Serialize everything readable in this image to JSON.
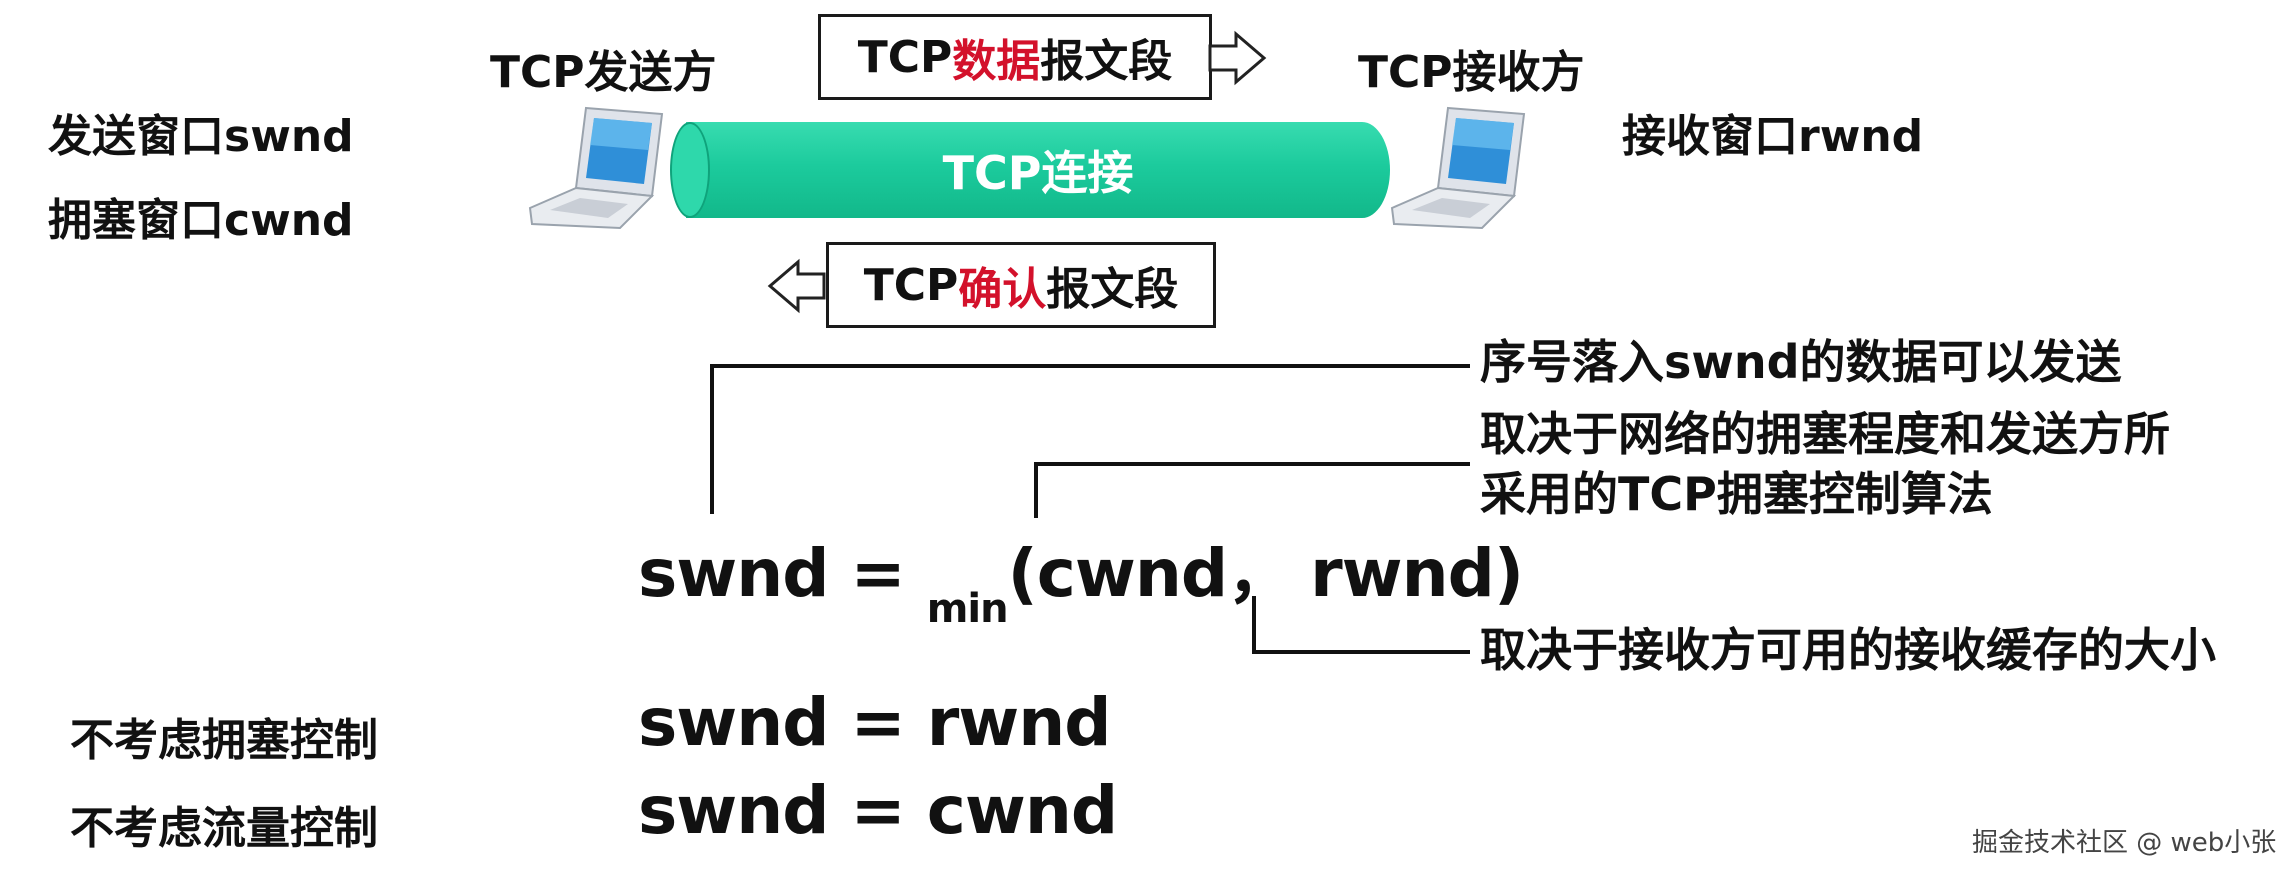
{
  "sender": {
    "title": "TCP发送方"
  },
  "receiver": {
    "title": "TCP接收方"
  },
  "left_labels": {
    "swnd": "发送窗口swnd",
    "cwnd": "拥塞窗口cwnd"
  },
  "right_label": {
    "rwnd": "接收窗口rwnd"
  },
  "data_segment": {
    "prefix": "TCP",
    "highlight": "数据",
    "suffix": "报文段"
  },
  "ack_segment": {
    "prefix": "TCP",
    "highlight": "确认",
    "suffix": "报文段"
  },
  "connection": {
    "label": "TCP连接"
  },
  "formula": {
    "lhs": "swnd = ",
    "func": "min",
    "args_open": "(cwnd",
    "sep": "，",
    "args_close": "rwnd)"
  },
  "annotations": {
    "swnd_note": "序号落入swnd的数据可以发送",
    "cwnd_note_line1": "取决于网络的拥塞程度和发送方所",
    "cwnd_note_line2": "采用的TCP拥塞控制算法",
    "rwnd_note": "取决于接收方可用的接收缓存的大小"
  },
  "cases": [
    {
      "label": "不考虑拥塞控制",
      "equation": "swnd = rwnd"
    },
    {
      "label": "不考虑流量控制",
      "equation": "swnd = cwnd"
    }
  ],
  "watermark": "掘金技术社区 @ web小张",
  "colors": {
    "accent_red": "#d3112b",
    "pipe_green": "#1ccb9d"
  }
}
